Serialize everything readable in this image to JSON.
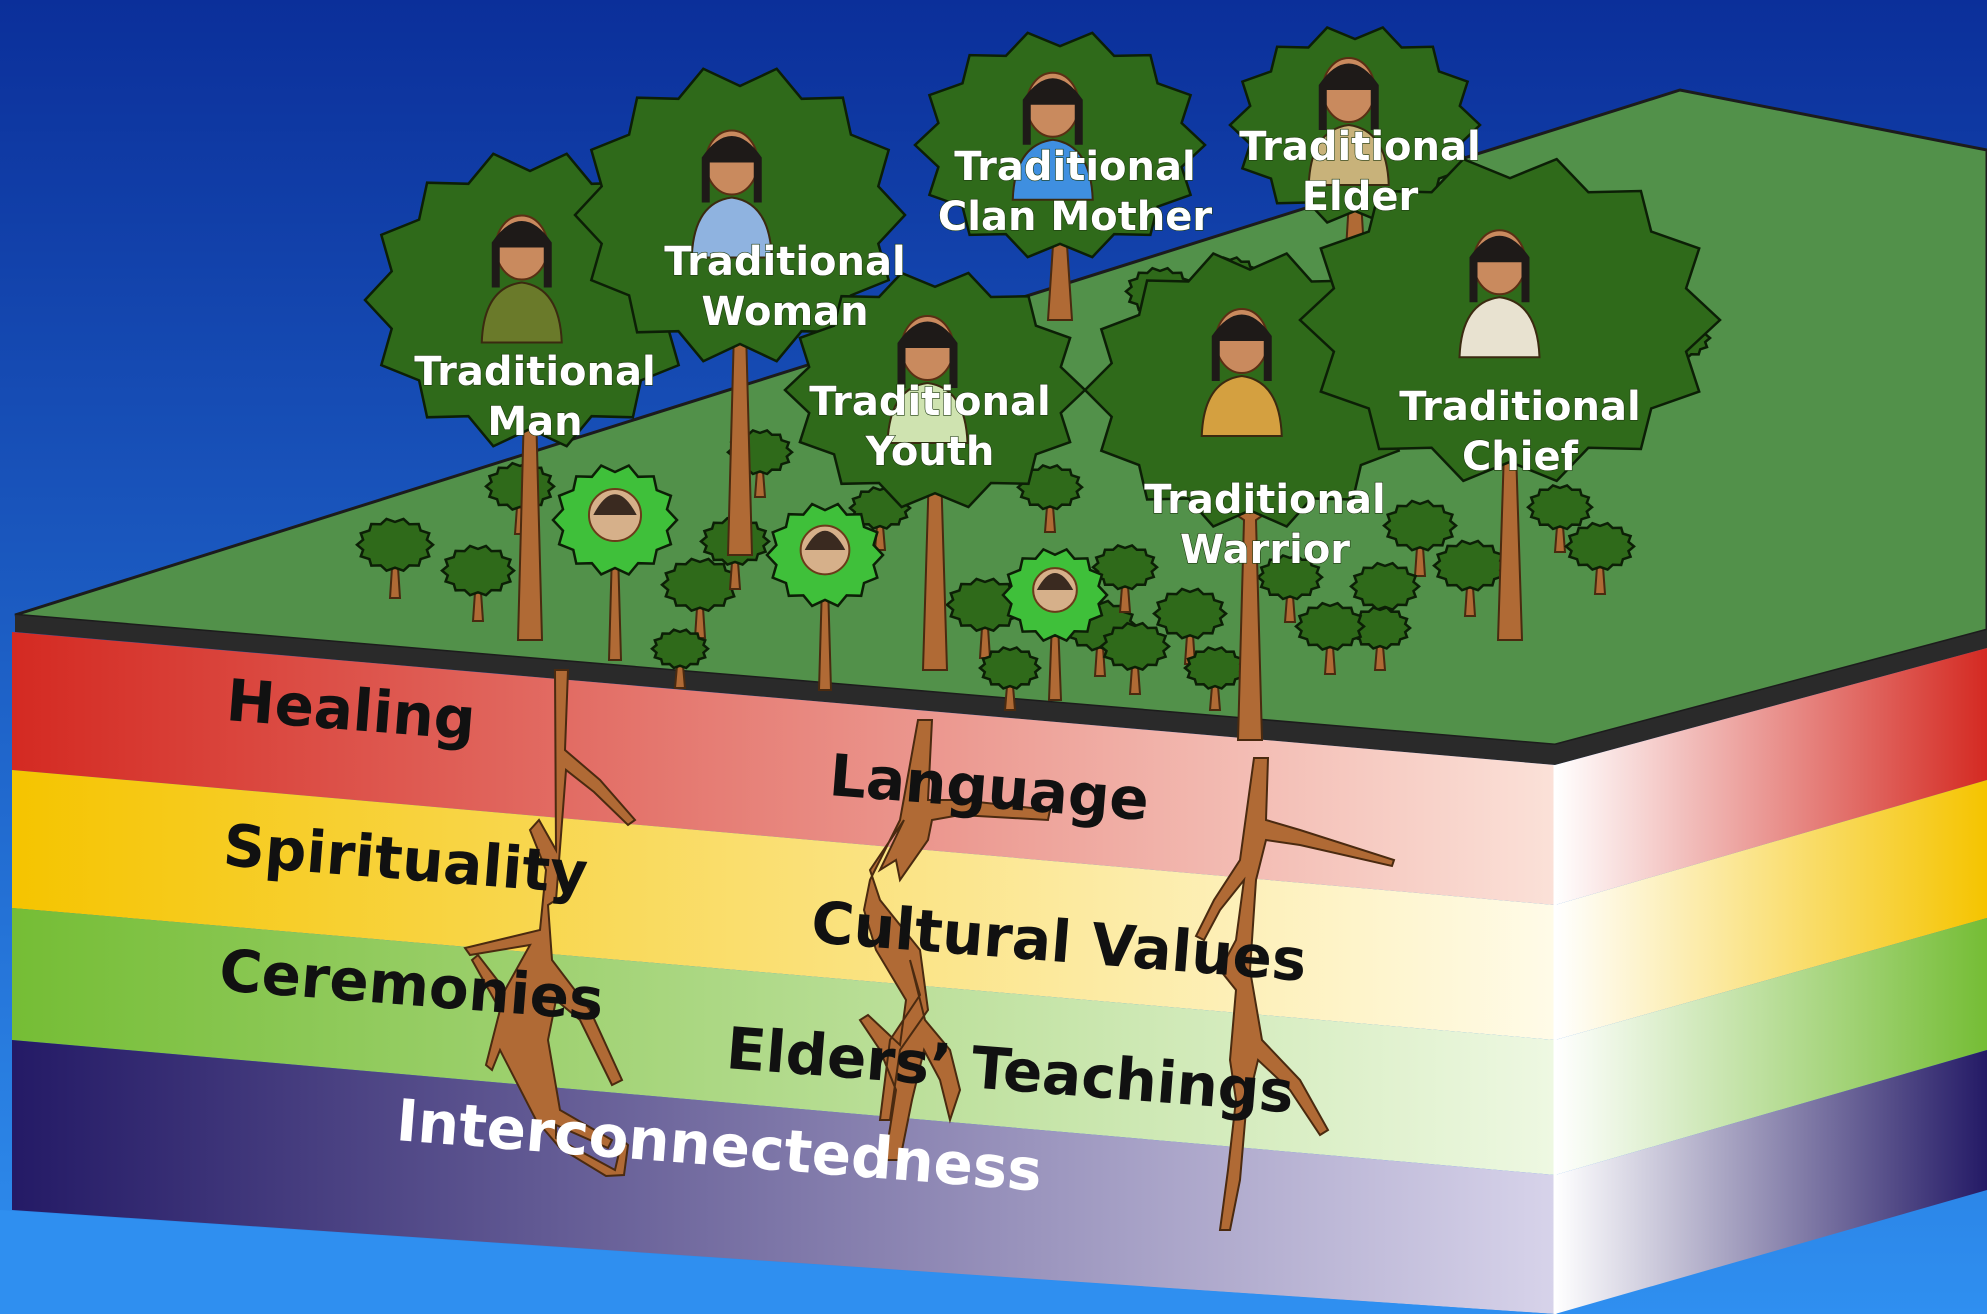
{
  "trees": [
    {
      "id": "man",
      "lines": [
        "Traditional",
        "Man"
      ]
    },
    {
      "id": "woman",
      "lines": [
        "Traditional",
        "Woman"
      ]
    },
    {
      "id": "clan-mother",
      "lines": [
        "Traditional",
        "Clan Mother"
      ]
    },
    {
      "id": "elder",
      "lines": [
        "Traditional",
        "Elder"
      ]
    },
    {
      "id": "youth",
      "lines": [
        "Traditional",
        "Youth"
      ]
    },
    {
      "id": "warrior",
      "lines": [
        "Traditional",
        "Warrior"
      ]
    },
    {
      "id": "chief",
      "lines": [
        "Traditional",
        "Chief"
      ]
    }
  ],
  "layers": [
    {
      "id": "red",
      "labels": [
        "Healing",
        "Language"
      ],
      "colors": [
        "#d9352b",
        "#f8d2c6"
      ]
    },
    {
      "id": "yellow",
      "labels": [
        "Spirituality",
        "Cultural Values"
      ],
      "colors": [
        "#f5c400",
        "#fdf0c8"
      ]
    },
    {
      "id": "green",
      "labels": [
        "Ceremonies",
        "Elders’ Teachings"
      ],
      "colors": [
        "#7cc13b",
        "#e4f3d2"
      ]
    },
    {
      "id": "purple",
      "labels": [
        "Interconnectedness"
      ],
      "colors": [
        "#2a1f6b",
        "#c9c4e0"
      ]
    }
  ],
  "colors": {
    "sky_top": "#0b2f9a",
    "sky_bottom": "#2f8ff0",
    "ground": "#52914a",
    "foliage": "#2f6a1a",
    "child_foliage": "#3fc03a",
    "trunk": "#b06a35"
  }
}
